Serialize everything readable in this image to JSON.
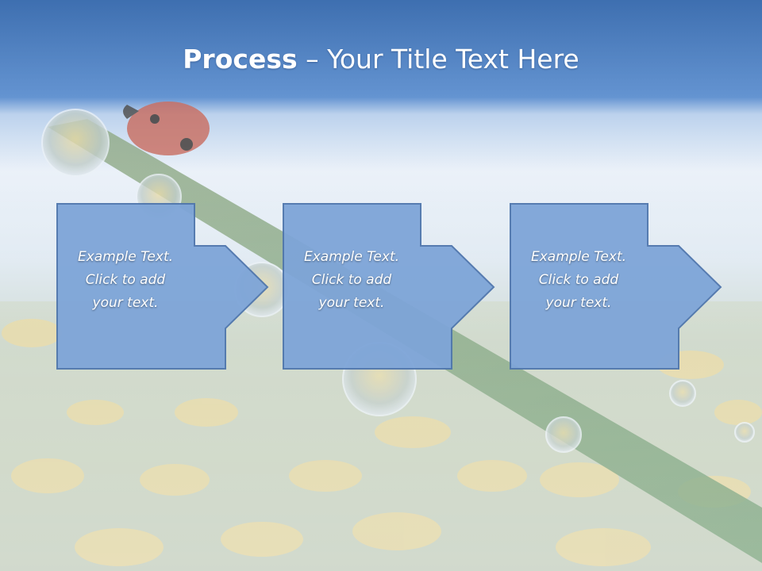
{
  "slide": {
    "title_bold": "Process",
    "title_rest": " – Your Title Text Here"
  },
  "steps": [
    {
      "lines": [
        "Example Text.",
        "Click  to add",
        "your text."
      ]
    },
    {
      "lines": [
        "Example Text.",
        "Click  to add",
        "your text."
      ]
    },
    {
      "lines": [
        "Example Text.",
        "Click  to add",
        "your text."
      ]
    }
  ],
  "colors": {
    "title_bar": "#4f7fbe",
    "box_fill": "#7ea5d8",
    "box_stroke": "#4f76ad",
    "text": "#ffffff"
  },
  "background_image": "ladybug-on-grass-blade-with-dandelion-field"
}
